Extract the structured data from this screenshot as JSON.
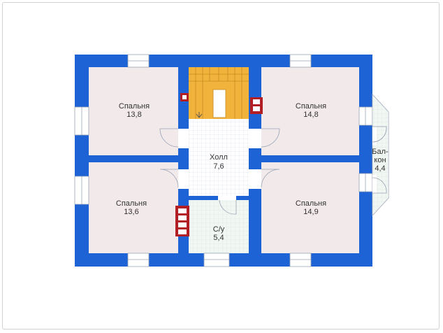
{
  "colors": {
    "wall": "#1e63d6",
    "room": "#f1e9ea",
    "tile": "#ffffff",
    "tile_line": "#dfe3ea",
    "stair": "#f2b33d",
    "brick": "#b11f24"
  },
  "rooms": [
    {
      "id": "bedroom-nw",
      "name": "Спальня",
      "area": "13,8"
    },
    {
      "id": "bedroom-ne",
      "name": "Спальня",
      "area": "14,8"
    },
    {
      "id": "hall",
      "name": "Холл",
      "area": "7,6"
    },
    {
      "id": "bedroom-sw",
      "name": "Спальня",
      "area": "13,6"
    },
    {
      "id": "bedroom-se",
      "name": "Спальня",
      "area": "14,9"
    },
    {
      "id": "bathroom",
      "name": "С/у",
      "area": "5,4"
    }
  ],
  "balcony": {
    "line1": "Бал-",
    "line2": "кон",
    "area": "4,4"
  }
}
